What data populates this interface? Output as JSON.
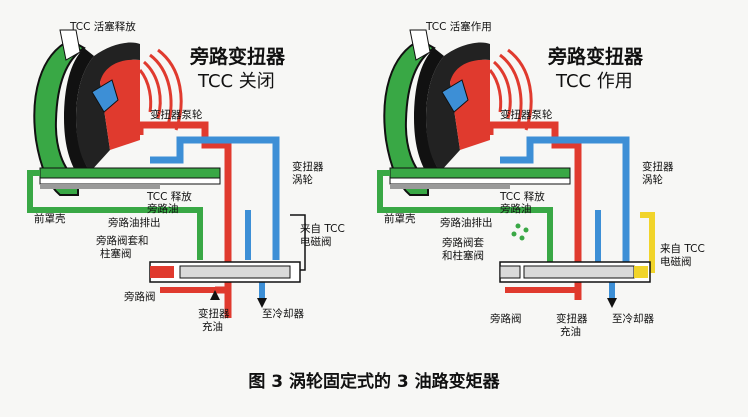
{
  "caption": "图 3  涡轮固定式的 3 油路变矩器",
  "colors": {
    "red": "#e03a2e",
    "blue": "#3d8fd6",
    "green": "#39a845",
    "yellow": "#f1d42a",
    "black": "#111111",
    "gray": "#9a9a9a",
    "white": "#ffffff"
  },
  "left": {
    "title1": "旁路变扭器",
    "title2": "TCC 关闭",
    "labels": {
      "tcc_piston": "TCC 活塞释放",
      "pump": "变扭器泵轮",
      "turbine": "变扭器",
      "turbine2": "涡轮",
      "front_cover": "前罩壳",
      "tcc_release": "TCC 释放",
      "tcc_release2": "旁路油",
      "bypass_exhaust": "旁路油排出",
      "from_tcc": "来自 TCC",
      "from_tcc2": "电磁阀",
      "bypass_sleeve": "旁路阀套和",
      "bypass_sleeve2": "柱塞阀",
      "bypass_valve": "旁路阀",
      "charge": "变扭器",
      "charge2": "充油",
      "to_cooler": "至冷却器"
    }
  },
  "right": {
    "title1": "旁路变扭器",
    "title2": "TCC 作用",
    "labels": {
      "tcc_piston": "TCC 活塞作用",
      "pump": "变扭器泵轮",
      "turbine": "变扭器",
      "turbine2": "涡轮",
      "front_cover": "前罩壳",
      "tcc_release": "TCC 释放",
      "tcc_release2": "旁路油",
      "bypass_exhaust": "旁路油排出",
      "from_tcc": "来自 TCC",
      "from_tcc2": "电磁阀",
      "bypass_sleeve": "旁路阀套",
      "bypass_sleeve2": "和柱塞阀",
      "bypass_valve": "旁路阀",
      "charge": "变扭器",
      "charge2": "充油",
      "to_cooler": "至冷却器"
    }
  }
}
